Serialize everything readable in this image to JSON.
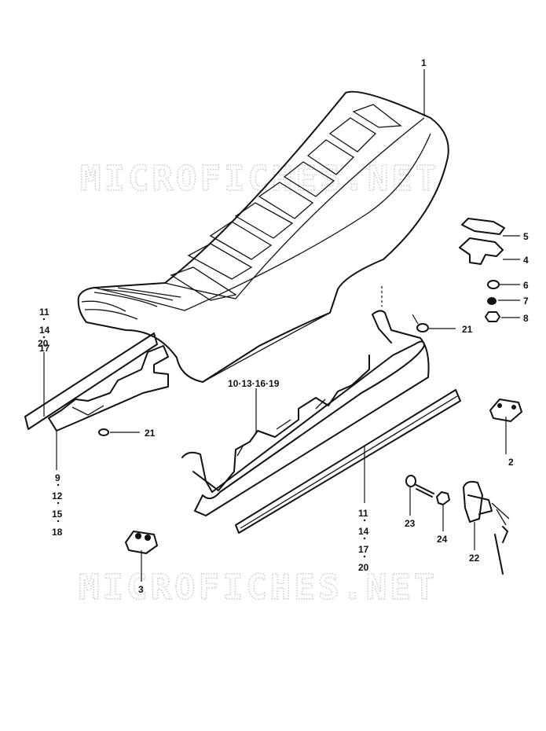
{
  "watermark": "MICROFICHES.NET",
  "callouts": {
    "c1": "1",
    "c2": "2",
    "c3": "3",
    "c4": "4",
    "c5": "5",
    "c6": "6",
    "c7": "7",
    "c8": "8",
    "c21a": "21",
    "c21b": "21",
    "c22": "22",
    "c23": "23",
    "c24": "24",
    "group_left_top": [
      "11",
      "14",
      "17",
      "20"
    ],
    "group_left_bottom": [
      "9",
      "12",
      "15",
      "18"
    ],
    "group_right_bottom": [
      "11",
      "14",
      "17",
      "20"
    ],
    "group_base": "10·13·16·19"
  },
  "colors": {
    "ink": "#111111",
    "watermark": "#c8c8c8",
    "background": "#ffffff"
  }
}
